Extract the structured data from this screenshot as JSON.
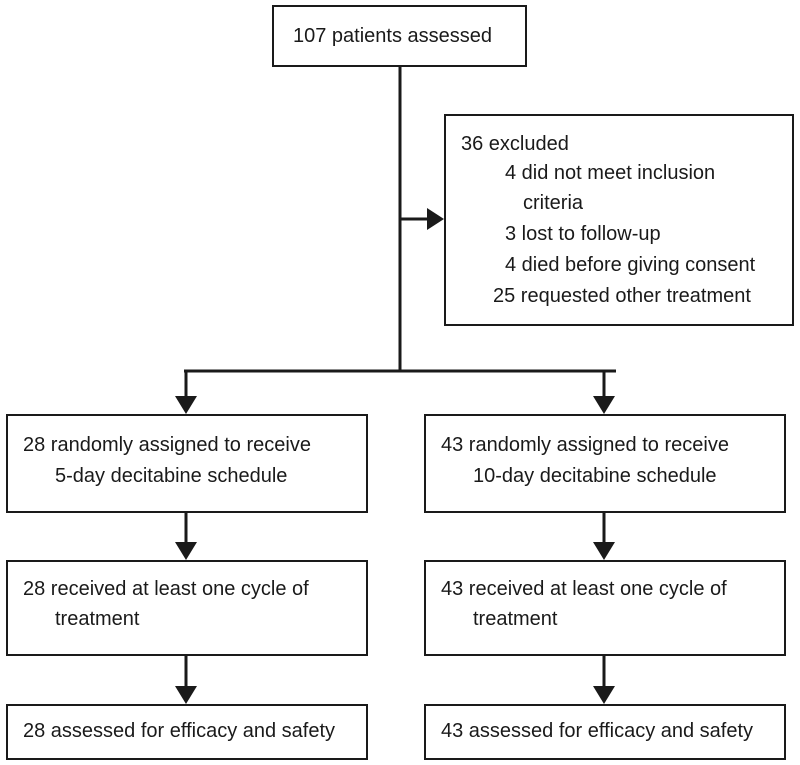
{
  "assessed": {
    "text": "107 patients assessed"
  },
  "excluded": {
    "title": "36 excluded",
    "reason_1_line_1": "4 did not meet inclusion",
    "reason_1_line_2": "criteria",
    "reason_2": "3 lost to follow-up",
    "reason_3": "4 died before giving consent",
    "reason_4": "25 requested other treatment"
  },
  "arm_5day": {
    "randomised_line_1": "28 randomly assigned to receive",
    "randomised_line_2": "5-day decitabine schedule",
    "treated_line_1": "28 received at least one cycle of",
    "treated_line_2": "treatment",
    "analysed": "28 assessed for efficacy and safety"
  },
  "arm_10day": {
    "randomised_line_1": "43 randomly assigned to receive",
    "randomised_line_2": "10-day decitabine schedule",
    "treated_line_1": "43 received at least one cycle of",
    "treated_line_2": "treatment",
    "analysed": "43 assessed for efficacy and safety"
  }
}
